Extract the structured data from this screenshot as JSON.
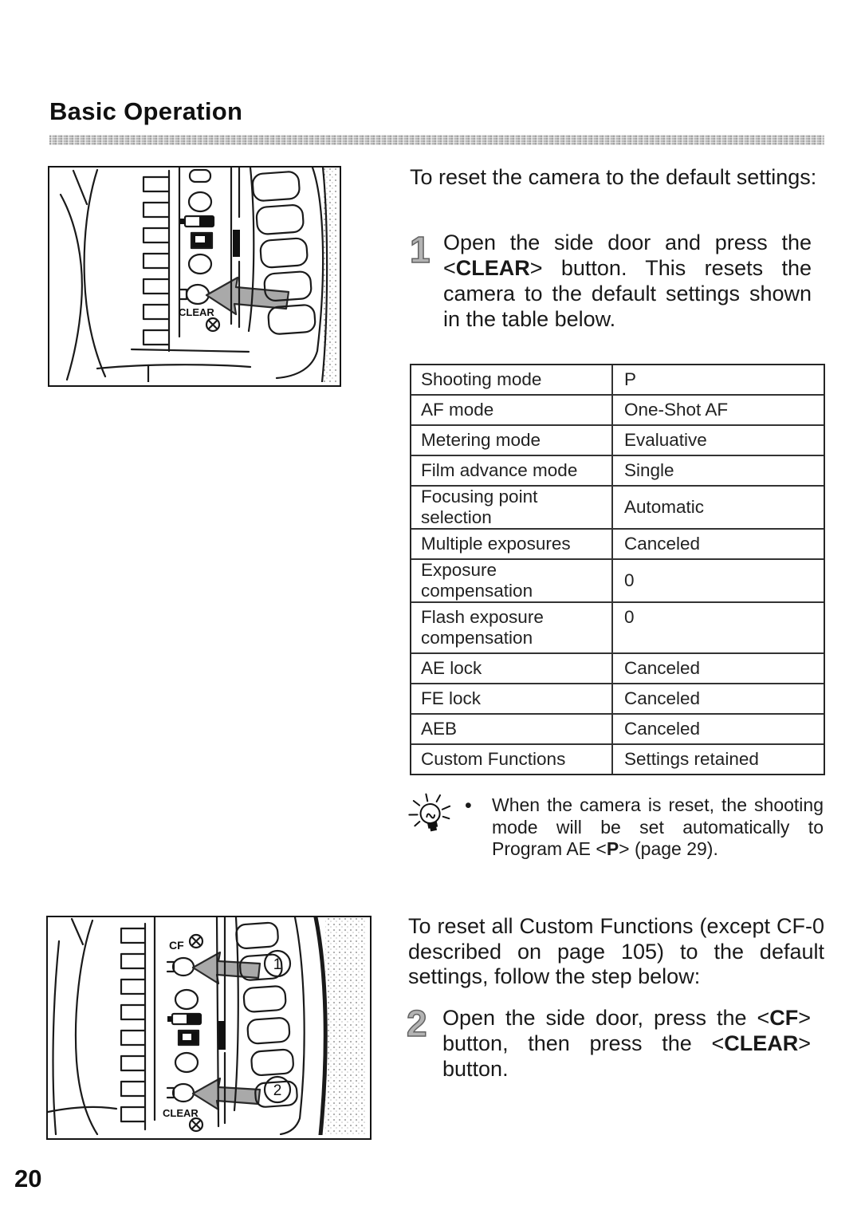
{
  "page": {
    "title": "Basic Operation",
    "page_number": "20"
  },
  "section_reset_camera": {
    "intro": "To reset the camera to the default settings:",
    "step": {
      "number": "1",
      "t1": "Open the side door and press the <",
      "b1": "CLEAR",
      "t2": "> button. This resets the camera to the default settings shown in the table below."
    },
    "table": {
      "rows": [
        {
          "label": "Shooting mode",
          "value": "P"
        },
        {
          "label": "AF mode",
          "value": "One-Shot AF"
        },
        {
          "label": "Metering mode",
          "value": "Evaluative"
        },
        {
          "label": "Film advance mode",
          "value": "Single"
        },
        {
          "label": "Focusing point selection",
          "value": "Automatic"
        },
        {
          "label": "Multiple exposures",
          "value": "Canceled"
        },
        {
          "label": "Exposure compensation",
          "value": "0"
        },
        {
          "label": "Flash exposure compensation",
          "value": "0"
        },
        {
          "label": "AE lock",
          "value": "Canceled"
        },
        {
          "label": "FE lock",
          "value": "Canceled"
        },
        {
          "label": "AEB",
          "value": "Canceled"
        },
        {
          "label": "Custom Functions",
          "value": "Settings retained"
        }
      ]
    },
    "note": {
      "bullet": "•",
      "t1": "When the camera is reset, the shooting mode will be set automatically to Program AE <",
      "b1": "P",
      "t2": "> (page 29)."
    }
  },
  "section_reset_cf": {
    "intro": "To reset all Custom Functions (except CF-0 described on page 105) to the default settings, follow the step below:",
    "step": {
      "number": "2",
      "t1": "Open the side door, press the <",
      "b1": "CF",
      "t2": "> button, then press the <",
      "b2": "CLEAR",
      "t3": "> button."
    }
  },
  "figure1": {
    "clear_label": "CLEAR"
  },
  "figure2": {
    "cf_label": "CF",
    "clear_label": "CLEAR",
    "callout_1": "1",
    "callout_2": "2"
  },
  "colors": {
    "text": "#161616",
    "arrow_gray": "#a9a9a9",
    "divider_gray": "#c9c9c9",
    "step_digit_gray": "#b3b3b3"
  }
}
